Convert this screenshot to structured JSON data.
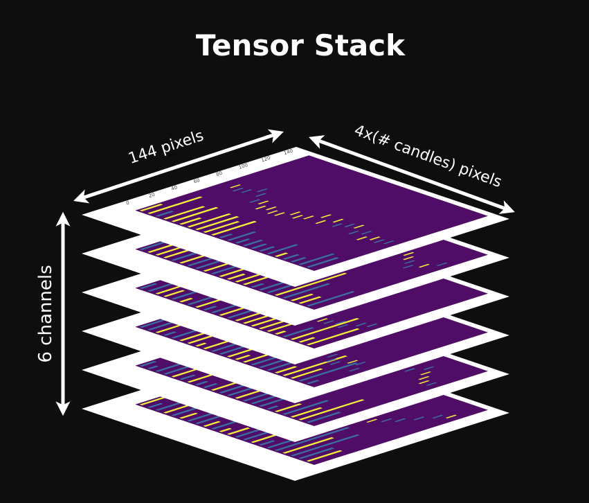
{
  "title": "Tensor Stack",
  "dimensions": {
    "width_label": "144 pixels",
    "depth_label": "4x(# candles) pixels",
    "channels_label": "6 channels"
  },
  "layer_count": 6,
  "tick_labels": [
    "0",
    "20",
    "40",
    "60",
    "80",
    "100",
    "120",
    "140"
  ],
  "colors": {
    "background": "#0e0e0e",
    "sheet": "#ffffff",
    "plot_fill": "#4f0d68",
    "bar_yellow": "#f4f03a",
    "bar_blue": "#3b6fa3",
    "arrow": "#ffffff"
  }
}
